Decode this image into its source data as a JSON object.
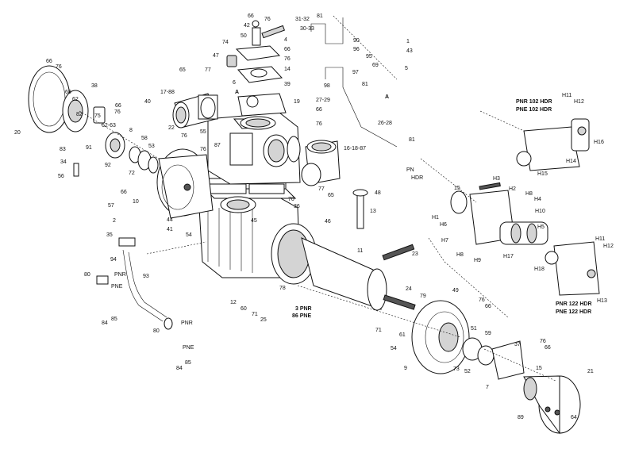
{
  "callouts": [
    {
      "t": "66"
    },
    {
      "t": "76"
    },
    {
      "t": "42"
    },
    {
      "t": "50"
    },
    {
      "t": "74"
    },
    {
      "t": "47"
    },
    {
      "t": "4"
    },
    {
      "t": "66"
    },
    {
      "t": "76"
    },
    {
      "t": "14"
    },
    {
      "t": "39"
    },
    {
      "t": "6"
    },
    {
      "t": "31-32"
    },
    {
      "t": "30-33"
    },
    {
      "t": "81"
    },
    {
      "t": "90"
    },
    {
      "t": "96"
    },
    {
      "t": "95"
    },
    {
      "t": "97"
    },
    {
      "t": "69"
    },
    {
      "t": "81"
    },
    {
      "t": "98"
    },
    {
      "t": "27-29"
    },
    {
      "t": "26-28"
    },
    {
      "t": "81"
    },
    {
      "t": "1"
    },
    {
      "t": "43"
    },
    {
      "t": "5"
    },
    {
      "t": "66"
    },
    {
      "t": "76"
    },
    {
      "t": "38"
    },
    {
      "t": "68"
    },
    {
      "t": "62"
    },
    {
      "t": "82"
    },
    {
      "t": "20"
    },
    {
      "t": "83"
    },
    {
      "t": "34"
    },
    {
      "t": "56"
    },
    {
      "t": "75"
    },
    {
      "t": "62-63"
    },
    {
      "t": "66"
    },
    {
      "t": "76"
    },
    {
      "t": "8"
    },
    {
      "t": "91"
    },
    {
      "t": "92"
    },
    {
      "t": "58"
    },
    {
      "t": "53"
    },
    {
      "t": "72"
    },
    {
      "t": "65"
    },
    {
      "t": "77"
    },
    {
      "t": "40"
    },
    {
      "t": "17-88"
    },
    {
      "t": "55"
    },
    {
      "t": "22"
    },
    {
      "t": "76"
    },
    {
      "t": "87"
    },
    {
      "t": "76"
    },
    {
      "t": "19"
    },
    {
      "t": "66"
    },
    {
      "t": "76"
    },
    {
      "t": "16-18-87"
    },
    {
      "t": "77"
    },
    {
      "t": "65"
    },
    {
      "t": "66"
    },
    {
      "t": "10"
    },
    {
      "t": "44"
    },
    {
      "t": "41"
    },
    {
      "t": "54"
    },
    {
      "t": "57"
    },
    {
      "t": "2"
    },
    {
      "t": "35"
    },
    {
      "t": "94"
    },
    {
      "t": "93"
    },
    {
      "t": "80"
    },
    {
      "t": "84"
    },
    {
      "t": "85"
    },
    {
      "t": "80"
    },
    {
      "t": "84"
    },
    {
      "t": "85"
    },
    {
      "t": "70"
    },
    {
      "t": "36"
    },
    {
      "t": "45"
    },
    {
      "t": "46"
    },
    {
      "t": "48"
    },
    {
      "t": "13"
    },
    {
      "t": "11"
    },
    {
      "t": "23"
    },
    {
      "t": "12"
    },
    {
      "t": "60"
    },
    {
      "t": "71"
    },
    {
      "t": "25"
    },
    {
      "t": "78"
    },
    {
      "t": "24"
    },
    {
      "t": "79"
    },
    {
      "t": "61"
    },
    {
      "t": "71"
    },
    {
      "t": "54"
    },
    {
      "t": "9"
    },
    {
      "t": "49"
    },
    {
      "t": "76"
    },
    {
      "t": "66"
    },
    {
      "t": "51"
    },
    {
      "t": "59"
    },
    {
      "t": "73"
    },
    {
      "t": "52"
    },
    {
      "t": "37"
    },
    {
      "t": "76"
    },
    {
      "t": "66"
    },
    {
      "t": "15"
    },
    {
      "t": "7"
    },
    {
      "t": "21"
    },
    {
      "t": "89"
    },
    {
      "t": "64"
    },
    {
      "t": "15"
    },
    {
      "t": "H3"
    },
    {
      "t": "H1"
    },
    {
      "t": "H2"
    },
    {
      "t": "H8"
    },
    {
      "t": "H4"
    },
    {
      "t": "H10"
    },
    {
      "t": "H6"
    },
    {
      "t": "H7"
    },
    {
      "t": "H5"
    },
    {
      "t": "H8"
    },
    {
      "t": "H9"
    },
    {
      "t": "H17"
    },
    {
      "t": "H18"
    },
    {
      "t": "H11"
    },
    {
      "t": "H12"
    },
    {
      "t": "H16"
    },
    {
      "t": "H14"
    },
    {
      "t": "H15"
    },
    {
      "t": "H11"
    },
    {
      "t": "H12"
    },
    {
      "t": "H13"
    },
    {
      "t": "A"
    },
    {
      "t": "A"
    },
    {
      "t": "PN"
    },
    {
      "t": "HDR"
    },
    {
      "t": "PNR"
    },
    {
      "t": "PNE"
    },
    {
      "t": "PNR"
    },
    {
      "t": "PNE"
    }
  ],
  "model_labels": {
    "top_line1": "PNR 102 HDR",
    "top_line2": "PNE 102 HDR",
    "bottom_line1": "PNR 122 HDR",
    "bottom_line2": "PNE 122 HDR",
    "rotor_line1": "3 PNR",
    "rotor_line2": "86 PNE"
  }
}
